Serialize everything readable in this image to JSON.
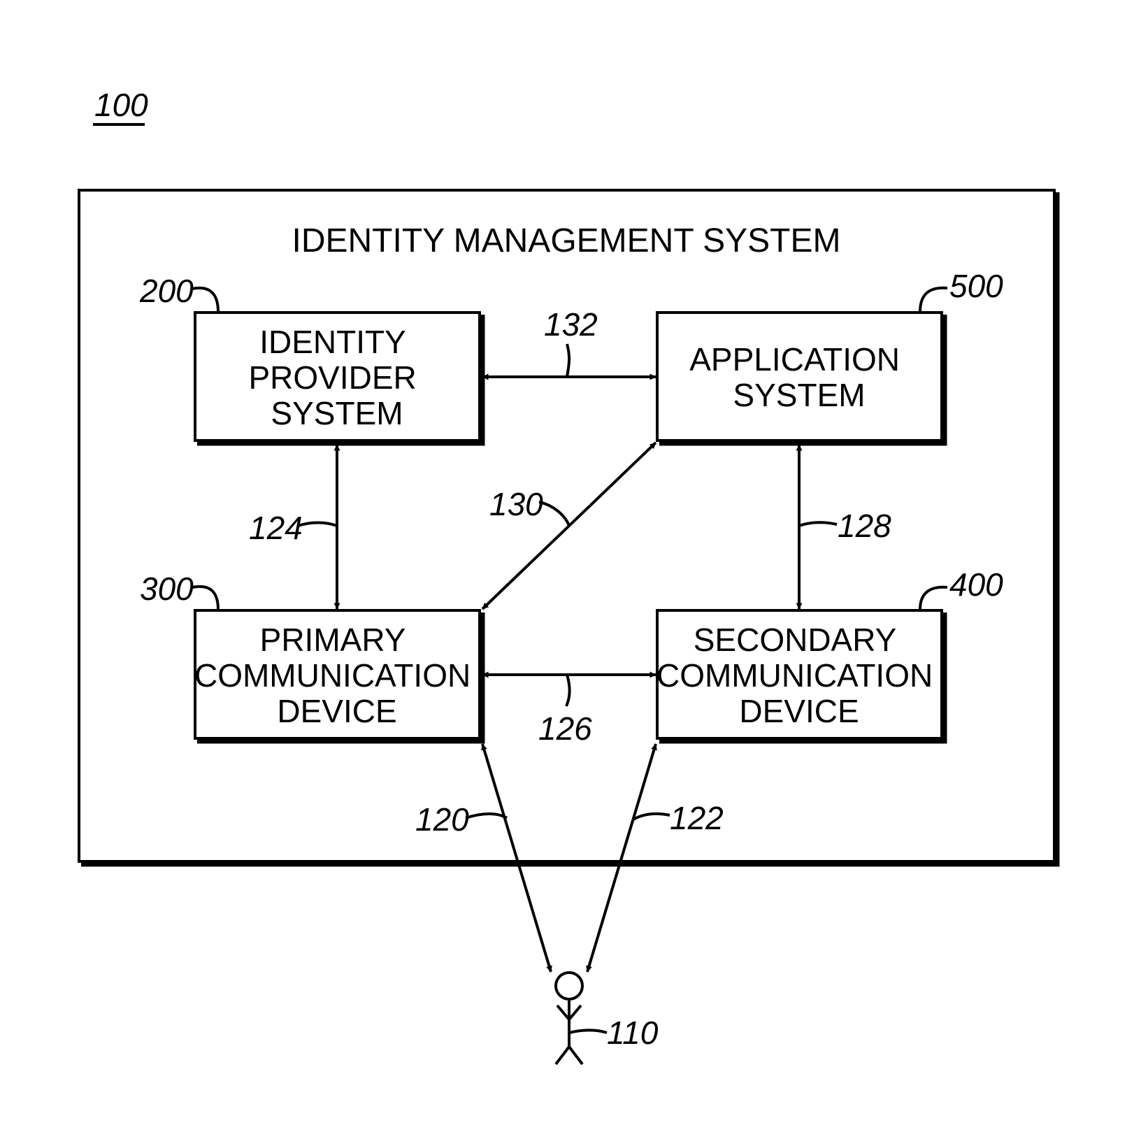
{
  "figure_number": "100",
  "outer_box": {
    "title": "IDENTITY MANAGEMENT SYSTEM"
  },
  "boxes": {
    "idp": {
      "ref": "200",
      "lines": [
        "IDENTITY",
        "PROVIDER",
        "SYSTEM"
      ]
    },
    "app": {
      "ref": "500",
      "lines": [
        "APPLICATION",
        "SYSTEM"
      ]
    },
    "primary": {
      "ref": "300",
      "lines": [
        "PRIMARY",
        "COMMUNICATION",
        "DEVICE"
      ]
    },
    "secondary": {
      "ref": "400",
      "lines": [
        "SECONDARY",
        "COMMUNICATION",
        "DEVICE"
      ]
    }
  },
  "links": {
    "idp_app": "132",
    "primary_app": "130",
    "idp_primary": "124",
    "app_secondary": "128",
    "primary_secondary": "126",
    "user_primary": "120",
    "user_secondary": "122"
  },
  "user": {
    "ref": "110"
  }
}
